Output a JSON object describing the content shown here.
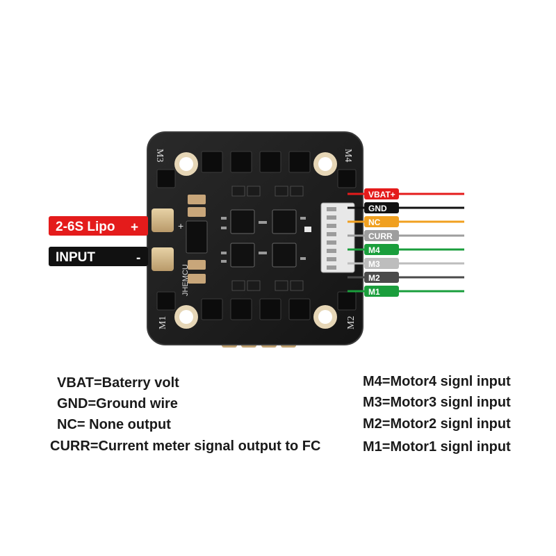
{
  "board": {
    "motor_labels": [
      "M3",
      "M4",
      "M1",
      "M2"
    ],
    "brand_text": "JHEMCU",
    "plus_mark": "+"
  },
  "power_input": {
    "battery_label": "2-6S Lipo",
    "battery_sign": "+",
    "input_label": "INPUT",
    "input_sign": "-"
  },
  "wires": [
    {
      "label": "VBAT+",
      "color": "#e41b1b",
      "text_color": "#ffffff"
    },
    {
      "label": "GND",
      "color": "#111111",
      "text_color": "#ffffff"
    },
    {
      "label": "NC",
      "color": "#f0a020",
      "text_color": "#ffffff"
    },
    {
      "label": "CURR",
      "color": "#9e9e9e",
      "text_color": "#ffffff"
    },
    {
      "label": "M4",
      "color": "#1a9e3c",
      "text_color": "#ffffff"
    },
    {
      "label": "M3",
      "color": "#bdbdbd",
      "text_color": "#ffffff"
    },
    {
      "label": "M2",
      "color": "#4a4a4a",
      "text_color": "#ffffff"
    },
    {
      "label": "M1",
      "color": "#1a9e3c",
      "text_color": "#ffffff"
    }
  ],
  "legend_left": [
    "VBAT=Baterry volt",
    "GND=Ground wire",
    "NC= None output",
    "CURR=Current meter signal output to FC"
  ],
  "legend_right": [
    "M4=Motor4 signl input",
    "M3=Motor3 signl input",
    "M2=Motor2 signl input",
    "M1=Motor1 signl input"
  ]
}
